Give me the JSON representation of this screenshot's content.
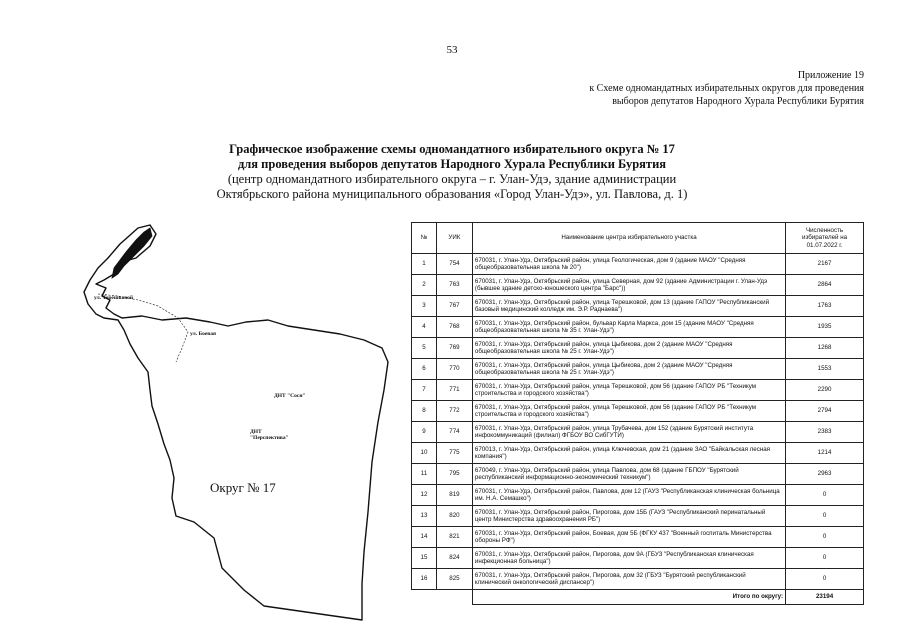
{
  "page_number": "53",
  "appendix": {
    "line1": "Приложение 19",
    "line2": "к Схеме одномандатных избирательных округов для проведения",
    "line3": "выборов депутатов Народного Хурала Республики Бурятия"
  },
  "title": {
    "line1": "Графическое изображение схемы одномандатного избирательного округа № 17",
    "line2": "для проведения выборов депутатов Народного Хурала Республики Бурятия",
    "line3": "(центр одномандатного избирательного округа – г. Улан-Удэ, здание администрации",
    "line4": "Октябрьского района муниципального образования «Город Улан-Удэ», ул. Павлова, д. 1)"
  },
  "map": {
    "labels": {
      "street1": "ул. Терешковой",
      "street2": "ул. Боевая",
      "dnt1": "ДНТ \"Сосн\"",
      "dnt2_line1": "ДНТ",
      "dnt2_line2": "\"Перспектива\"",
      "okrug": "Округ № 17"
    },
    "colors": {
      "outline": "#111111",
      "water": "#111111",
      "fill": "#ffffff"
    }
  },
  "table": {
    "headers": {
      "num": "№",
      "uik": "УИК",
      "name": "Наименование центра избирательного участка",
      "voters_line1": "Численность",
      "voters_line2": "избирателей на",
      "voters_line3": "01.07.2022 г."
    },
    "rows": [
      {
        "num": "1",
        "uik": "754",
        "name": "670031, г. Улан-Удэ, Октябрьский район, улица Геологическая, дом 9 (здание МАОУ \"Средняя общеобразовательная школа № 20\")",
        "voters": "2167"
      },
      {
        "num": "2",
        "uik": "763",
        "name": "670031, г. Улан-Удэ, Октябрьский район, улица Северная, дом 92 (здание Администрации г. Улан-Удэ (бывшее здание детско-юношеского центра \"Барс\"))",
        "voters": "2864"
      },
      {
        "num": "3",
        "uik": "767",
        "name": "670031, г. Улан-Удэ, Октябрьский район, улица Терешковой, дом 13 (здание ГАПОУ \"Республиканский базовый медицинский колледж им. Э.Р. Раднаева\")",
        "voters": "1763"
      },
      {
        "num": "4",
        "uik": "768",
        "name": "670031, г. Улан-Удэ, Октябрьский район, бульвар Карла Маркса, дом 15 (здание МАОУ \"Средняя общеобразовательная школа № 35 г. Улан-Удэ\")",
        "voters": "1935"
      },
      {
        "num": "5",
        "uik": "769",
        "name": "670031, г. Улан-Удэ, Октябрьский район, улица Цыбикова, дом 2 (здание МАОУ \"Средняя общеобразовательная школа № 25 г. Улан-Удэ\")",
        "voters": "1268"
      },
      {
        "num": "6",
        "uik": "770",
        "name": "670031, г. Улан-Удэ, Октябрьский район, улица Цыбикова, дом 2 (здание МАОУ \"Средняя общеобразовательная школа № 25 г. Улан-Удэ\")",
        "voters": "1553"
      },
      {
        "num": "7",
        "uik": "771",
        "name": "670031, г. Улан-Удэ, Октябрьский район, улица Терешковой, дом 56 (здание ГАПОУ РБ \"Техникум строительства и городского хозяйства\")",
        "voters": "2290"
      },
      {
        "num": "8",
        "uik": "772",
        "name": "670031, г. Улан-Удэ, Октябрьский район, улица Терешковой, дом 56 (здание ГАПОУ РБ \"Техникум строительства и городского хозяйства\")",
        "voters": "2794"
      },
      {
        "num": "9",
        "uik": "774",
        "name": "670031, г. Улан-Удэ, Октябрьский район, улица Трубачева, дом 152 (здание Бурятский института инфокоммуникаций (филиал) ФГБОУ ВО СибГУТИ)",
        "voters": "2383"
      },
      {
        "num": "10",
        "uik": "775",
        "name": "670013, г. Улан-Удэ, Октябрьский район, улица Ключевская, дом 21 (здание ЗАО \"Байкальская лесная компания\")",
        "voters": "1214"
      },
      {
        "num": "11",
        "uik": "795",
        "name": "670049, г. Улан-Удэ, Октябрьский район, улица  Павлова, дом  68 (здание ГБПОУ \"Бурятский республиканский информационно-экономический техникум\")",
        "voters": "2963"
      },
      {
        "num": "12",
        "uik": "819",
        "name": "670031, г. Улан-Удэ, Октябрьский район, Павлова, дом 12 (ГАУЗ \"Республиканская клиническая больница им. Н.А. Семашко\")",
        "voters": "0"
      },
      {
        "num": "13",
        "uik": "820",
        "name": "670031, г. Улан-Удэ, Октябрьский район, Пирогова, дом 15Б (ГАУЗ \"Республиканский перинатальный центр Министерства здравоохранения РБ\")",
        "voters": "0"
      },
      {
        "num": "14",
        "uik": "821",
        "name": "670031, г. Улан-Удэ, Октябрьский район, Боевая, дом 5Б (ФГКУ 437 \"Военный госпиталь Министерства обороны РФ\")",
        "voters": "0"
      },
      {
        "num": "15",
        "uik": "824",
        "name": "670031, г. Улан-Удэ, Октябрьский район, Пирогова, дом 9А (ГБУЗ \"Республиканская клиническая инфекционная больница\")",
        "voters": "0"
      },
      {
        "num": "16",
        "uik": "825",
        "name": "670031, г. Улан-Удэ, Октябрьский район, Пирогова, дом 32 (ГБУЗ \"Бурятский республиканский клинический онкологический диспансер\")",
        "voters": "0"
      }
    ],
    "total_label": "Итого по округу:",
    "total_value": "23194"
  }
}
